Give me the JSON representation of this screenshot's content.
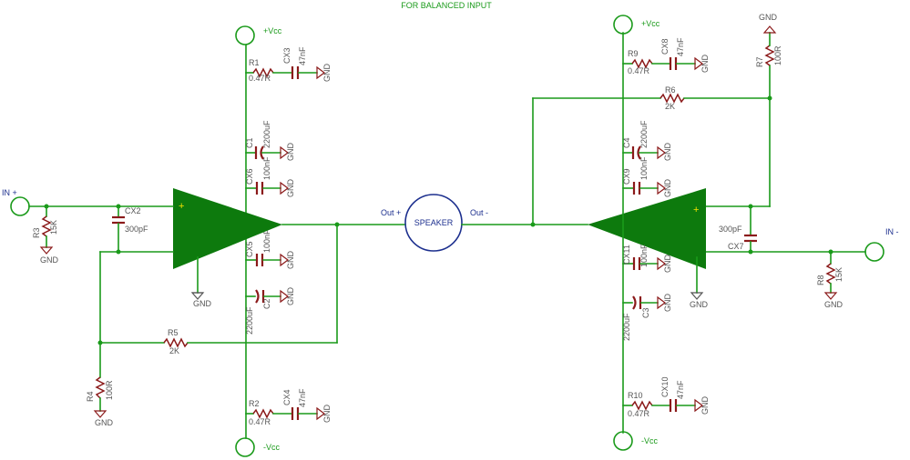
{
  "title": "FOR BALANCED INPUT",
  "inputs": {
    "in_plus": "IN +",
    "in_minus": "IN -"
  },
  "speaker": {
    "label": "SPEAKER",
    "out_plus": "Out +",
    "out_minus": "Out -"
  },
  "power": {
    "vcc_pos": "+Vcc",
    "vcc_neg": "-Vcc",
    "gnd": "GND"
  },
  "colors": {
    "wire": "#1a9a1a",
    "component": "#8b1a1a",
    "amplifier": "#0d7a0d",
    "speaker": "#1c2f8e"
  },
  "components": {
    "R1": {
      "name": "R1",
      "value": "0.47R"
    },
    "R2": {
      "name": "R2",
      "value": "0.47R"
    },
    "R3": {
      "name": "R3",
      "value": "15K"
    },
    "R4": {
      "name": "R4",
      "value": "100R"
    },
    "R5": {
      "name": "R5",
      "value": "2K"
    },
    "R6": {
      "name": "R6",
      "value": "2K"
    },
    "R7": {
      "name": "R7",
      "value": "100R"
    },
    "R8": {
      "name": "R8",
      "value": "15K"
    },
    "R9": {
      "name": "R9",
      "value": "0.47R"
    },
    "R10": {
      "name": "R10",
      "value": "0.47R"
    },
    "CX1": {
      "name": "C1",
      "value": "2200uF"
    },
    "CX2": {
      "name": "CX2",
      "value": "300pF"
    },
    "CX3": {
      "name": "CX3",
      "value": "47nF"
    },
    "CX4": {
      "name": "CX4",
      "value": "47nF"
    },
    "CX5": {
      "name": "CX5",
      "value": "100nF"
    },
    "CX6": {
      "name": "CX6",
      "value": "100nF"
    },
    "C2": {
      "name": "C2",
      "value": "2200uF"
    },
    "C3": {
      "name": "C3",
      "value": "2200uF"
    },
    "C4": {
      "name": "C4",
      "value": "2200uF"
    },
    "CX7": {
      "name": "CX7",
      "value": "300pF"
    },
    "CX8": {
      "name": "CX8",
      "value": "47nF"
    },
    "CX9": {
      "name": "CX9",
      "value": "100nF"
    },
    "CX10": {
      "name": "CX10",
      "value": "47nF"
    },
    "CX11": {
      "name": "CX11",
      "value": "100nF"
    }
  }
}
